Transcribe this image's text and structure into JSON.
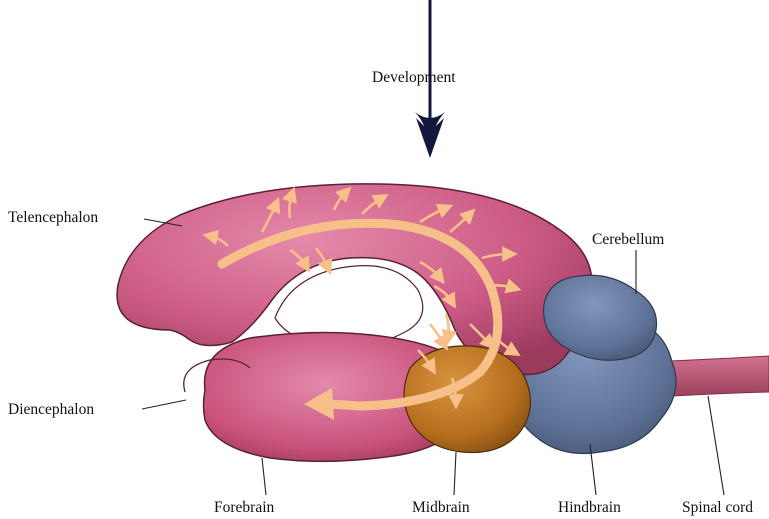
{
  "labels": {
    "development": "Development",
    "telencephalon": "Telencephalon",
    "cerebellum": "Cerebellum",
    "diencephalon": "Diencephalon",
    "forebrain": "Forebrain",
    "midbrain": "Midbrain",
    "hindbrain": "Hindbrain",
    "spinal_cord": "Spinal cord"
  },
  "colors": {
    "forebrain_pink": "#c9567f",
    "forebrain_dark": "#a33c62",
    "forebrain_light": "#e07fa2",
    "midbrain_orange": "#b8731f",
    "hindbrain_blue": "#5d6f8e",
    "cerebellum_blue": "#6a80a6",
    "arrow_peach": "#f7c08a",
    "development_arrow": "#14173d",
    "leader_line": "#222222"
  },
  "icons": {
    "development_arrow": "down-arrow-icon",
    "growth_arrows": "curved-arrow-icon"
  }
}
